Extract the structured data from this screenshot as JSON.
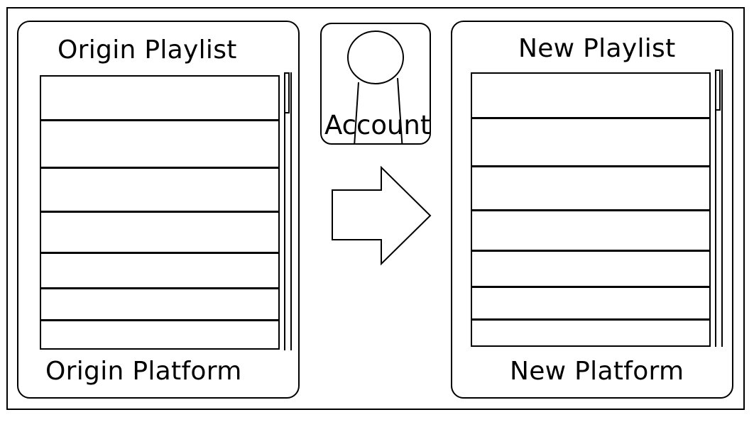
{
  "origin": {
    "title": "Origin Playlist",
    "platform": "Origin Platform",
    "rows": [
      "",
      "",
      "",
      "",
      "",
      "",
      ""
    ]
  },
  "account": {
    "label": "Account",
    "icon": "person-icon"
  },
  "transfer": {
    "icon": "arrow-right-icon"
  },
  "target": {
    "title": "New Playlist",
    "platform": "New Platform",
    "rows": [
      "",
      "",
      "",
      "",
      "",
      "",
      ""
    ]
  },
  "colors": {
    "stroke": "#000000",
    "background": "#ffffff"
  }
}
